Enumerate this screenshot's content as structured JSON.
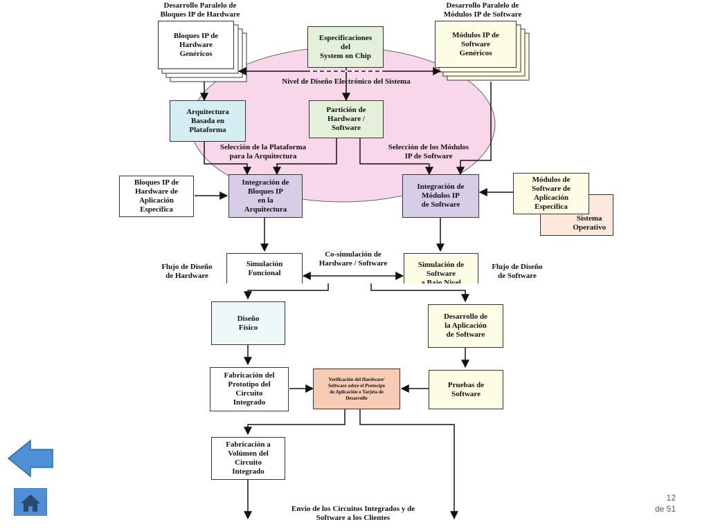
{
  "diagram": {
    "headers": {
      "hw_parallel": "Desarrollo Paralelo de\nBloques IP de Hardware",
      "sw_parallel": "Desarrollo Paralelo de\nMódulos IP de Software"
    },
    "boxes": {
      "hw_generic": "Bloques IP de\nHardware\nGenéricos",
      "specs": "Especificaciones\ndel\nSystem on Chip",
      "sw_generic": "Módulos IP de\nSoftware\nGenéricos",
      "arch": "Arquitectura\nBasada en\nPlataforma",
      "partition": "Partición de\nHardware /\nSoftware",
      "hw_app": "Bloques IP de\nHardware de\nAplicación\nEspecífica",
      "hw_integration": "Integración de\nBloques IP\nen la\nArquitectura",
      "sw_integration": "Integración de\nMódulos IP\nde Software",
      "sw_app": "Módulos de\nSoftware de\nAplicación\nEspecífica",
      "os": "Sistema\nOperativo",
      "func_sim": "Simulación\nFuncional",
      "sw_sim": "Simulación de\nSoftware\na Bajo Nivel",
      "phys_design": "Diseño\nFísico",
      "app_dev": "Desarrollo de\nla Aplicación\nde Software",
      "proto": "Fabricación del\nPrototipo del\nCircuito\nIntegrado",
      "verification": "Verificación del Hardware/\nSoftware sobre el Protocipo\nde Aplicación o Tarjeta de\nDesarrollo",
      "sw_tests": "Pruebas de\nSoftware",
      "volume": "Fabricación a\nVolúmen del\nCircuito\nIntegrado"
    },
    "labels": {
      "system_level": "Nivel de Diseño Electrónico del Sistema",
      "platform_select": "Selección de la Plataforma\npara la Arquitectura",
      "module_select": "Selección de los Módulos\nIP de Software",
      "cosim": "Co-simulación de\nHardware / Software",
      "hw_flow": "Flujo de Diseño\nde Hardware",
      "sw_flow": "Flujo de Diseño\nde Software",
      "delivery": "Envio de los Circuitos Integrados y de\nSoftware a los Clientes"
    },
    "colors": {
      "ellipse": "#f8d7ea",
      "spec_green": "#e4f0da",
      "cream": "#fdfde6",
      "cyan": "#d4eef3",
      "lavender": "#d8cde6",
      "peach": "#fde9dc",
      "salmon": "#f8cbb5",
      "nav_blue": "#4f8fd6"
    }
  },
  "nav": {
    "back_icon": "left-arrow-icon",
    "home_icon": "home-icon"
  },
  "footer": {
    "page_number": "12\nde 51"
  }
}
